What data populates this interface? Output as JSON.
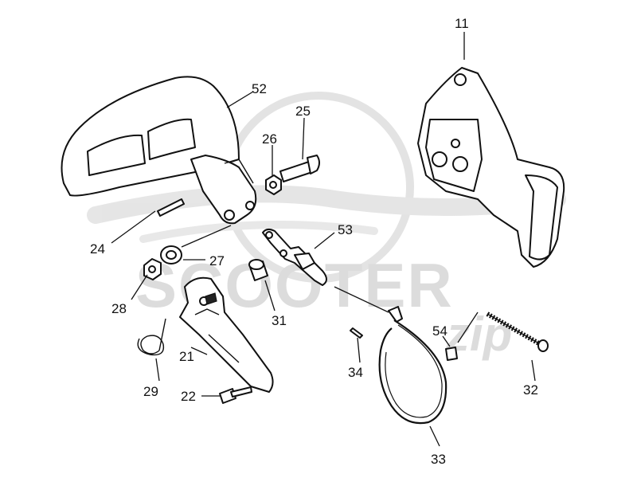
{
  "watermark": {
    "text": "SCOOTER",
    "script": "zip"
  },
  "labels": {
    "p11": "11",
    "p52": "52",
    "p25": "25",
    "p26": "26",
    "p24": "24",
    "p27": "27",
    "p53": "53",
    "p28": "28",
    "p31": "31",
    "p21": "21",
    "p29": "29",
    "p22": "22",
    "p54": "54",
    "p34": "34",
    "p32": "32",
    "p33": "33"
  }
}
